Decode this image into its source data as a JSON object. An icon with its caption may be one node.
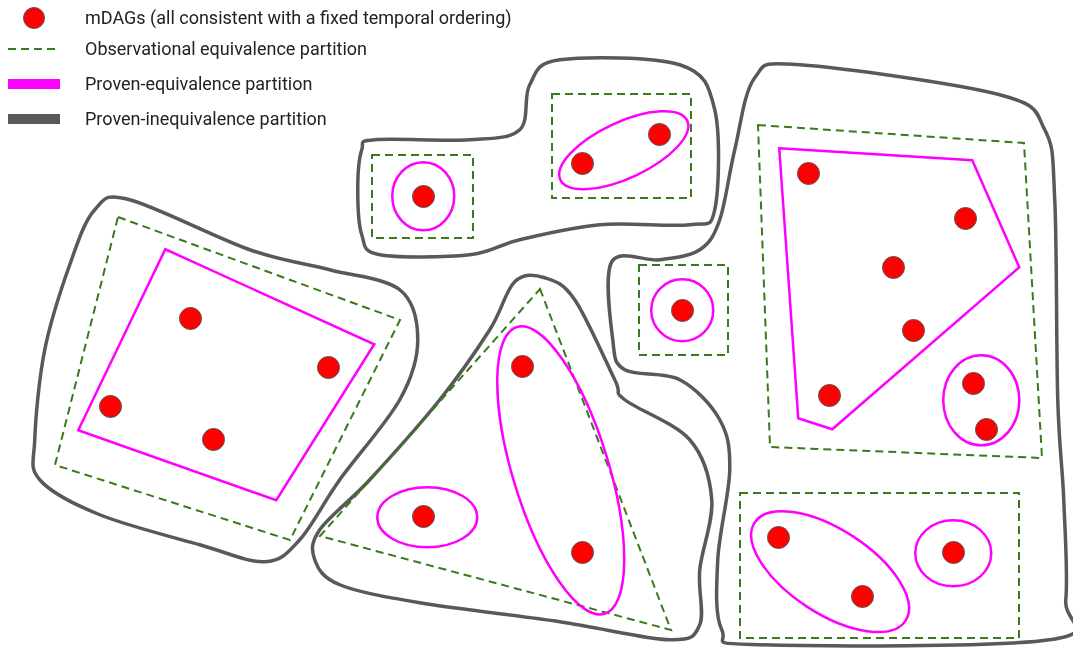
{
  "diagram": {
    "nodes": [
      {
        "text": [],
        "shape": "cloud"
      },
      {
        "text": [],
        "shape": "box",
        "in": 0
      },
      {
        "text": [],
        "shape": "circle",
        "in": 1
      },
      {
        "text": [],
        "shape": "circle",
        "in": 2
      },
      {
        "text": [],
        "shape": "box",
        "in": 0
      },
      {
        "text": [],
        "shape": "ellipse",
        "in": 4
      },
      {
        "text": [],
        "shape": "circle",
        "in": 5
      },
      {
        "text": [],
        "shape": "circle",
        "in": 5
      },
      {
        "text": [],
        "shape": "cloud"
      },
      {
        "text": [],
        "shape": "box",
        "in": 8
      },
      {
        "text": [],
        "shape": "box",
        "in": 9
      },
      {
        "text": [],
        "shape": "circle",
        "in": 10
      },
      {
        "text": [],
        "shape": "circle",
        "in": 10
      },
      {
        "text": [],
        "shape": "circle",
        "in": 10
      },
      {
        "text": [],
        "shape": "circle",
        "in": 10
      },
      {
        "text": [],
        "shape": "cloud"
      },
      {
        "text": [],
        "shape": "triangle",
        "in": 15
      },
      {
        "text": [],
        "shape": "ellipse",
        "in": 16
      },
      {
        "text": [],
        "shape": "circle",
        "in": 17
      },
      {
        "text": [],
        "shape": "circle",
        "in": 17
      },
      {
        "text": [],
        "shape": "ellipse",
        "in": 16
      },
      {
        "text": [],
        "shape": "circle",
        "in": 20
      },
      {
        "text": [],
        "shape": "cloud"
      },
      {
        "text": [],
        "shape": "box",
        "in": 22
      },
      {
        "text": [],
        "shape": "circle",
        "in": 23
      },
      {
        "text": [],
        "shape": "circle",
        "in": 24
      },
      {
        "text": [],
        "shape": "box",
        "in": 22
      },
      {
        "text": [],
        "shape": "polygon",
        "in": 26
      },
      {
        "text": [],
        "shape": "circle",
        "in": 27
      },
      {
        "text": [],
        "shape": "circle",
        "in": 27
      },
      {
        "text": [],
        "shape": "circle",
        "in": 27
      },
      {
        "text": [],
        "shape": "circle",
        "in": 27
      },
      {
        "text": [],
        "shape": "circle",
        "in": 27
      },
      {
        "text": [],
        "shape": "ellipse",
        "in": 26
      },
      {
        "text": [],
        "shape": "circle",
        "in": 33
      },
      {
        "text": [],
        "shape": "circle",
        "in": 33
      },
      {
        "text": [],
        "shape": "box",
        "in": 22
      },
      {
        "text": [],
        "shape": "ellipse",
        "in": 36
      },
      {
        "text": [],
        "shape": "circle",
        "in": 37
      },
      {
        "text": [],
        "shape": "circle",
        "in": 37
      },
      {
        "text": [],
        "shape": "ellipse",
        "in": 36
      },
      {
        "text": [],
        "shape": "circle",
        "in": 40
      }
    ],
    "legend": [
      {
        "text": "mDAGs (all consistent with a fixed temporal ordering)"
      },
      {
        "text": "Observational equivalence partition"
      },
      {
        "text": "Proven-equivalence partition",
        "color": "#ff00ff"
      },
      {
        "text": "Proven-inequivalence partition",
        "color": "#595959"
      }
    ]
  }
}
